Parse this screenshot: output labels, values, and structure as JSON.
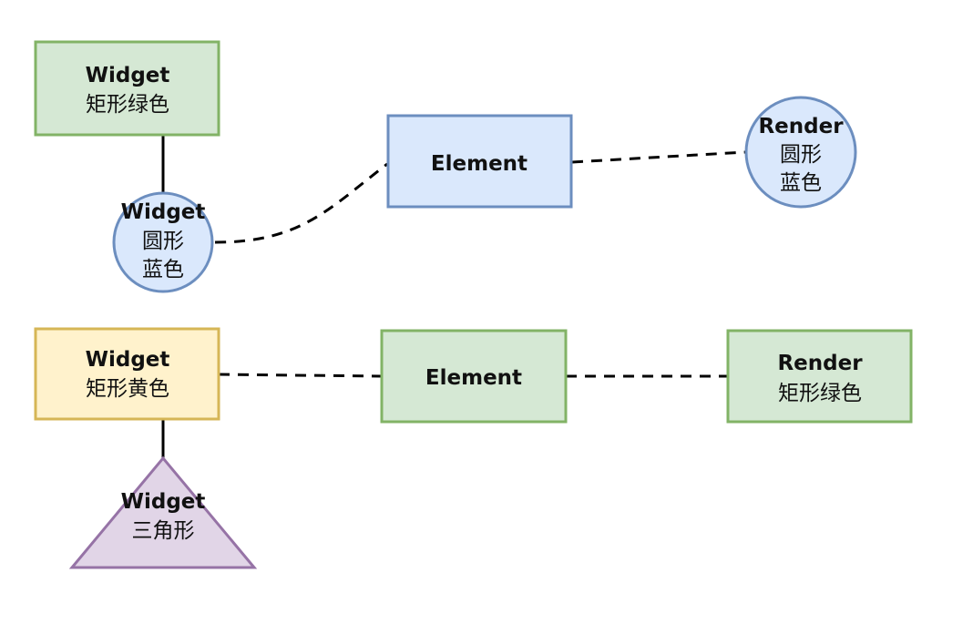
{
  "colors": {
    "green_fill": "#d5e8d4",
    "green_stroke": "#82b366",
    "blue_fill": "#dae8fc",
    "blue_stroke": "#6c8ebf",
    "yellow_fill": "#fff2cc",
    "yellow_stroke": "#d6b656",
    "purple_fill": "#e1d5e7",
    "purple_stroke": "#9673a6",
    "line": "#000000"
  },
  "nodes": {
    "widget_green_rect": {
      "title": "Widget",
      "sub": "矩形绿色"
    },
    "widget_blue_circle": {
      "title": "Widget",
      "l2": "圆形",
      "l3": "蓝色"
    },
    "element_blue": {
      "title": "Element"
    },
    "render_blue_circle": {
      "title": "Render",
      "l2": "圆形",
      "l3": "蓝色"
    },
    "widget_yellow_rect": {
      "title": "Widget",
      "sub": "矩形黄色"
    },
    "element_green": {
      "title": "Element"
    },
    "render_green_rect": {
      "title": "Render",
      "sub": "矩形绿色"
    },
    "widget_purple_triangle": {
      "title": "Widget",
      "sub": "三角形"
    }
  }
}
